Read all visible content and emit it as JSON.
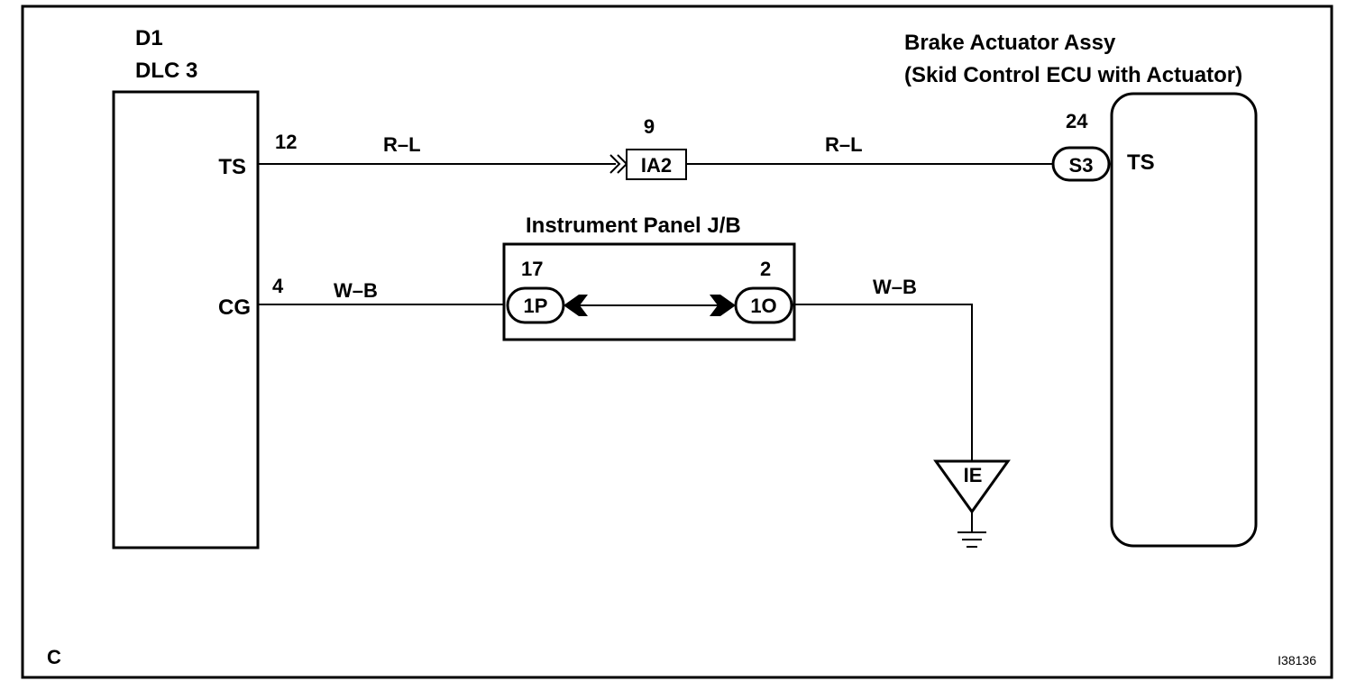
{
  "dlc": {
    "ref": "D1",
    "name": "DLC 3",
    "terminals": [
      {
        "name": "TS",
        "pin": "12"
      },
      {
        "name": "CG",
        "pin": "4"
      }
    ]
  },
  "actuator": {
    "title_line1": "Brake Actuator Assy",
    "title_line2": "(Skid Control ECU with Actuator)",
    "terminal": "TS",
    "pin": "24",
    "connector": "S3"
  },
  "ts_circuit": {
    "wire_left": "R–L",
    "wire_right": "R–L",
    "junction_pin": "9",
    "junction": "IA2"
  },
  "junction_block": {
    "title": "Instrument Panel J/B",
    "left_pin": "17",
    "left_connector": "1P",
    "right_pin": "2",
    "right_connector": "1O"
  },
  "cg_circuit": {
    "wire_left": "W–B",
    "wire_right": "W–B",
    "ground": "IE"
  },
  "footer": {
    "corner_label": "C",
    "figure_id": "I38136"
  }
}
